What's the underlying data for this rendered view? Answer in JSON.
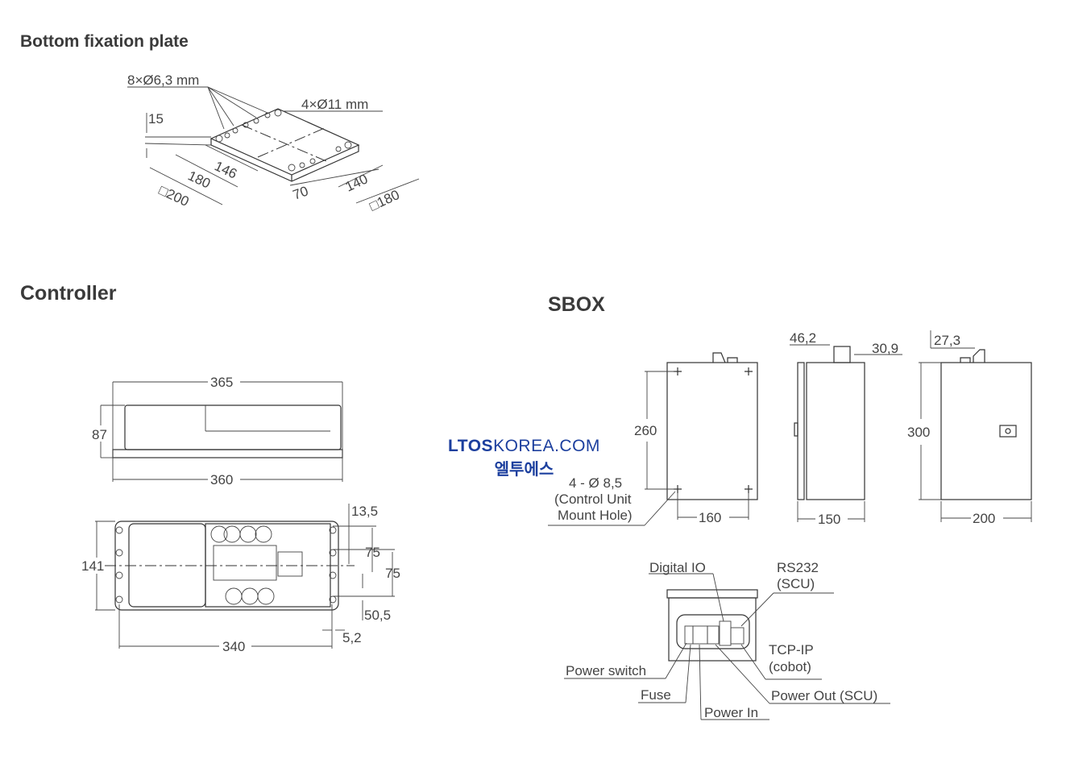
{
  "sections": {
    "bottom_plate": "Bottom fixation plate",
    "controller": "Controller",
    "sbox": "SBOX"
  },
  "bottom_plate": {
    "holes_small": "8×Ø6,3 mm",
    "holes_large": "4×Ø11 mm",
    "thickness": "15",
    "d146": "146",
    "d180": "180",
    "d200": "□200",
    "d70": "70",
    "d140": "140",
    "d180b": "□180"
  },
  "controller": {
    "len365": "365",
    "h87": "87",
    "len360": "360",
    "w141": "141",
    "len340": "340",
    "d13_5": "13,5",
    "d75a": "75",
    "d75b": "75",
    "d50_5": "50,5",
    "d5_2": "5,2"
  },
  "watermark": {
    "line1_bold": "LTOS",
    "line1_rest": "KOREA.COM",
    "line2": "엘투에스"
  },
  "sbox": {
    "h260": "260",
    "w160": "160",
    "holes": "4 - Ø 8,5",
    "holes_note1": "(Control Unit",
    "holes_note2": "Mount Hole)",
    "d46_2": "46,2",
    "d30_9": "30,9",
    "w150": "150",
    "d27_3": "27,3",
    "h300": "300",
    "w200": "200",
    "connectors": {
      "digital_io": "Digital IO",
      "rs232_1": "RS232",
      "rs232_2": "(SCU)",
      "tcpip_1": "TCP-IP",
      "tcpip_2": "(cobot)",
      "power_switch": "Power switch",
      "fuse": "Fuse",
      "power_in": "Power In",
      "power_out": "Power Out (SCU)"
    }
  }
}
